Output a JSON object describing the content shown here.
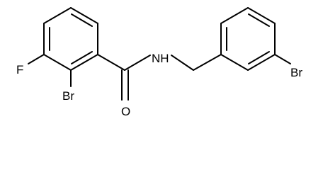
{
  "molecule": {
    "atom_labels": {
      "fluorine": "F",
      "bromine_ortho": "Br",
      "oxygen": "O",
      "nitrogen_h": "NH",
      "bromine_meta": "Br"
    },
    "bond_color": "#000000",
    "background": "#ffffff"
  }
}
